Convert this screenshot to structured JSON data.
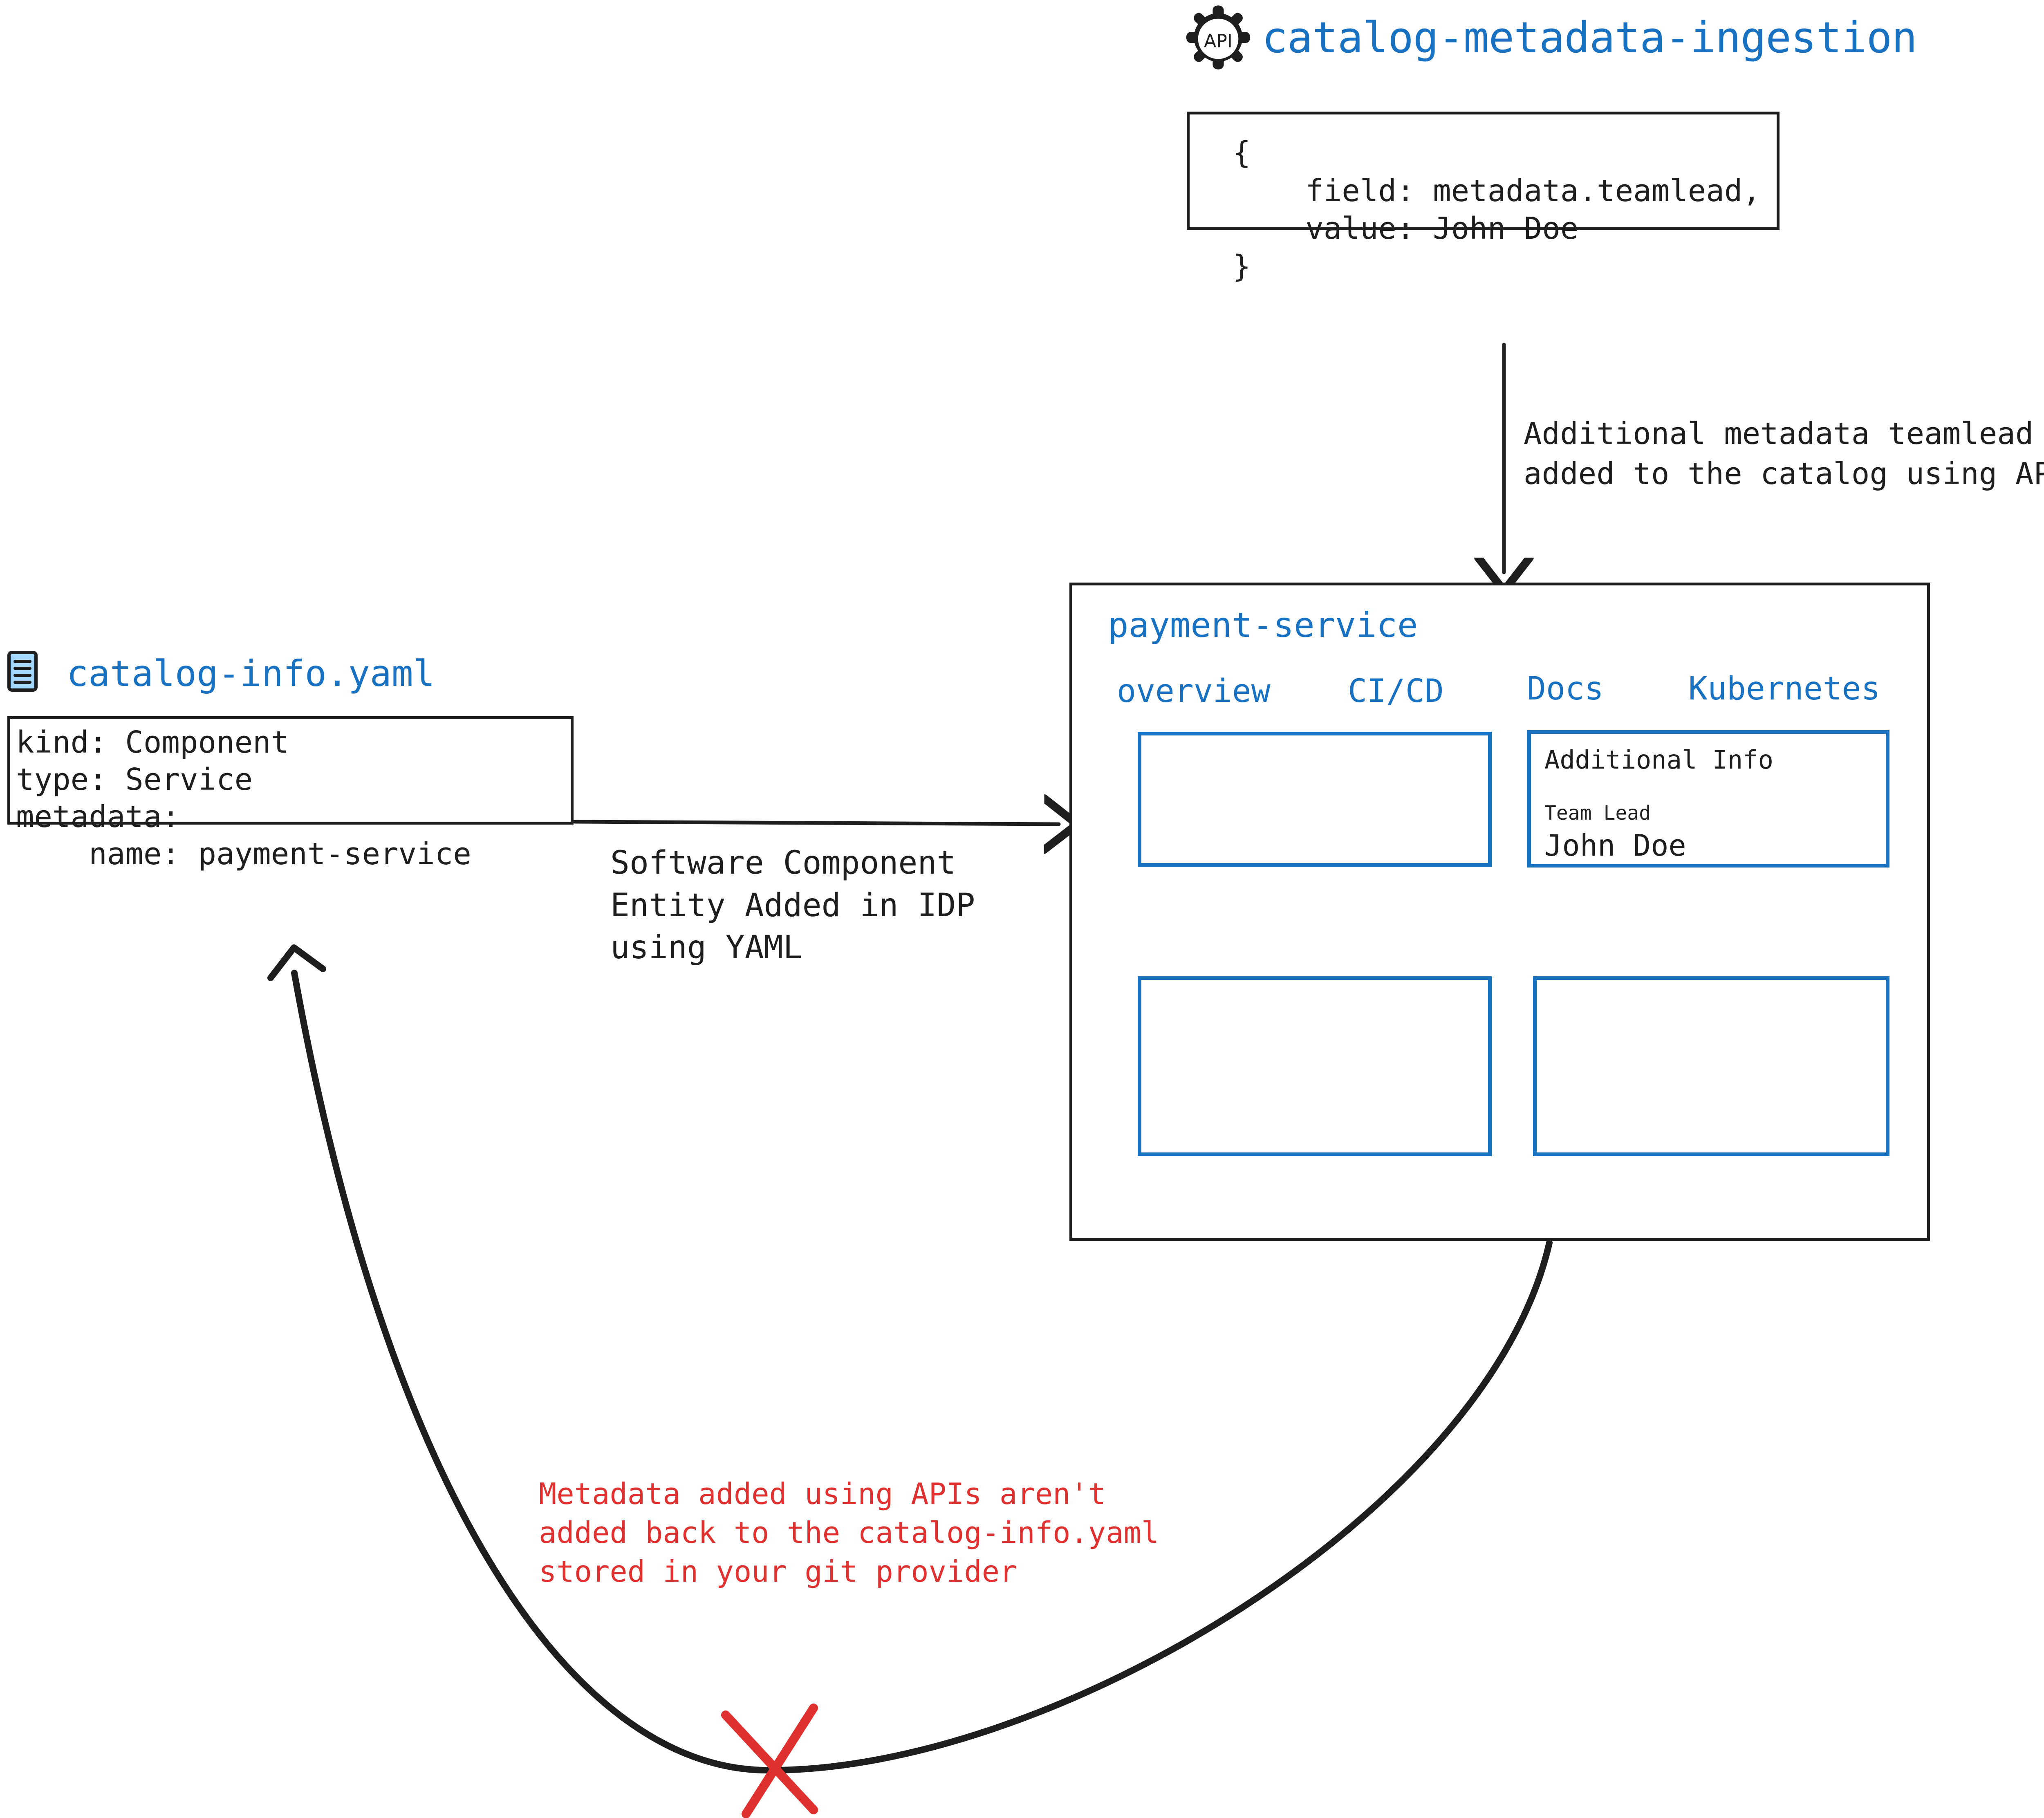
{
  "api_node": {
    "icon": "api-gear-icon",
    "icon_label": "API",
    "title": "catalog-metadata-ingestion",
    "code": "{\n    field: metadata.teamlead,\n    value: John Doe\n}",
    "accent_color": "#1971c2",
    "icon_color": "#1e1e1e"
  },
  "api_arrow": {
    "label": "Additional metadata teamlead\nadded to the catalog using APIs",
    "direction": "down"
  },
  "yaml_node": {
    "icon": "yaml-file-icon",
    "title": "catalog-info.yaml",
    "code": "kind: Component\ntype: Service\nmetadata:\n    name: payment-service",
    "accent_color": "#1971c2",
    "icon_fill": "#a5d8ff"
  },
  "yaml_arrow": {
    "label": "Software Component\nEntity Added in IDP\nusing YAML",
    "direction": "right"
  },
  "service_panel": {
    "title": "payment-service",
    "accent_color": "#1971c2",
    "tabs": [
      {
        "label": "overview"
      },
      {
        "label": "CI/CD"
      },
      {
        "label": "Docs"
      },
      {
        "label": "Kubernetes"
      }
    ],
    "cards": {
      "top_left": {
        "content": ""
      },
      "top_right": {
        "heading": "Additional Info",
        "field_label": "Team Lead",
        "field_value": "John Doe"
      },
      "bottom_left": {
        "content": ""
      },
      "bottom_right": {
        "content": ""
      }
    }
  },
  "warning": {
    "text": "Metadata added using APIs aren't\nadded back to the catalog-info.yaml\nstored in your git provider",
    "color": "#e03131",
    "marker": "red-x-cross"
  }
}
